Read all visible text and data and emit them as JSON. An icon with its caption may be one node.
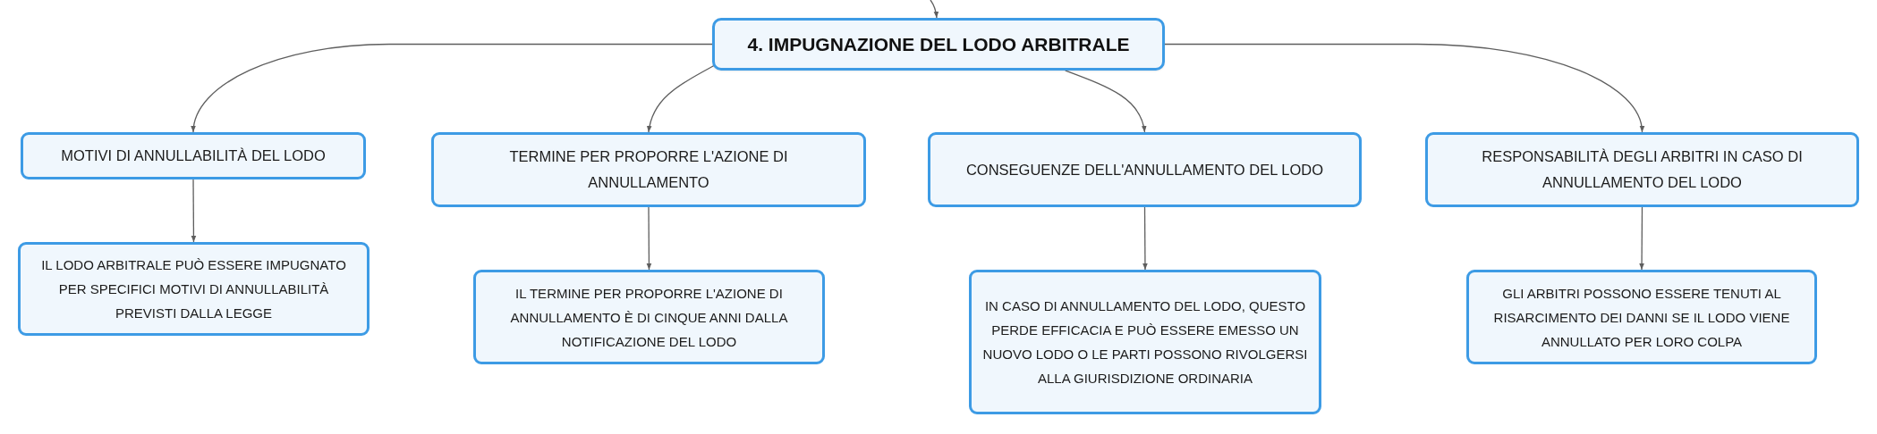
{
  "diagram": {
    "nodes": [
      {
        "text": [
          "4. IMPUGNAZIONE DEL LODO ARBITRALE"
        ]
      },
      {
        "text": [
          "MOTIVI DI ANNULLABILITÀ DEL LODO"
        ]
      },
      {
        "text": [
          "TERMINE PER PROPORRE L'AZIONE DI ANNULLAMENTO"
        ]
      },
      {
        "text": [
          "CONSEGUENZE DELL'ANNULLAMENTO DEL LODO"
        ]
      },
      {
        "text": [
          "RESPONSABILITÀ DEGLI ARBITRI IN CASO DI ANNULLAMENTO DEL LODO"
        ]
      },
      {
        "text": [
          "IL LODO ARBITRALE PUÒ ESSERE IMPUGNATO PER SPECIFICI MOTIVI DI ANNULLABILITÀ PREVISTI DALLA LEGGE"
        ]
      },
      {
        "text": [
          "IL TERMINE PER PROPORRE L'AZIONE DI ANNULLAMENTO È DI CINQUE ANNI DALLA NOTIFICAZIONE DEL LODO"
        ]
      },
      {
        "text": [
          "IN CASO DI ANNULLAMENTO DEL LODO, QUESTO PERDE EFFICACIA E PUÒ ESSERE EMESSO UN NUOVO LODO O LE PARTI POSSONO RIVOLGERSI ALLA GIURISDIZIONE ORDINARIA"
        ]
      },
      {
        "text": [
          "GLI ARBITRI POSSONO ESSERE TENUTI AL RISARCIMENTO DEI DANNI SE IL LODO VIENE ANNULLATO PER LORO COLPA"
        ]
      }
    ],
    "edges": [
      {
        "from": null,
        "to": 0,
        "arrow": "to"
      },
      {
        "from": 0,
        "to": 1,
        "arrow": "to"
      },
      {
        "from": 0,
        "to": 2,
        "arrow": "to"
      },
      {
        "from": 0,
        "to": 3,
        "arrow": "to"
      },
      {
        "from": 0,
        "to": 4,
        "arrow": "to"
      },
      {
        "from": 1,
        "to": 5,
        "arrow": "to"
      },
      {
        "from": 2,
        "to": 6,
        "arrow": "to"
      },
      {
        "from": 3,
        "to": 7,
        "arrow": "to"
      },
      {
        "from": 4,
        "to": 8,
        "arrow": "to"
      }
    ]
  }
}
